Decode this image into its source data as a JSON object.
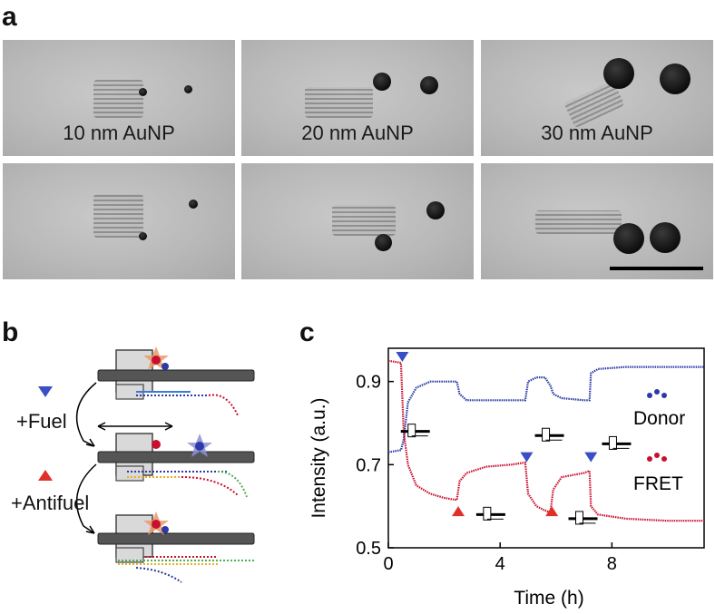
{
  "figure": {
    "panel_a": {
      "letter": "a",
      "labels": [
        "10 nm AuNP",
        "20 nm AuNP",
        "30 nm AuNP"
      ]
    },
    "panel_b": {
      "letter": "b",
      "fuel_label": "+Fuel",
      "antifuel_label": "+Antifuel",
      "colors": {
        "fuel_marker": "#3b4fc4",
        "antifuel_marker": "#e0302a"
      }
    },
    "panel_c": {
      "letter": "c"
    }
  },
  "chart_data": {
    "type": "line",
    "xlabel": "Time (h)",
    "ylabel": "Intensity (a.u.)",
    "xlim": [
      0,
      11.3
    ],
    "ylim": [
      0.5,
      0.98
    ],
    "xticks": [
      0,
      4,
      8
    ],
    "yticks": [
      0.5,
      0.7,
      0.9
    ],
    "grid": false,
    "legend": [
      "Donor",
      "FRET"
    ],
    "series": [
      {
        "name": "Donor",
        "color": "#2b3aa8",
        "x": [
          0,
          0.45,
          0.55,
          0.7,
          1.0,
          1.5,
          2.0,
          2.45,
          2.55,
          2.8,
          3.5,
          4.4,
          4.9,
          5.0,
          5.3,
          5.6,
          5.8,
          5.9,
          6.2,
          7.0,
          7.2,
          7.25,
          7.5,
          8.5,
          10.0,
          11.3
        ],
        "y": [
          0.73,
          0.735,
          0.76,
          0.85,
          0.885,
          0.9,
          0.9,
          0.9,
          0.87,
          0.855,
          0.855,
          0.855,
          0.855,
          0.9,
          0.91,
          0.91,
          0.89,
          0.87,
          0.86,
          0.855,
          0.855,
          0.92,
          0.93,
          0.935,
          0.935,
          0.935
        ]
      },
      {
        "name": "FRET",
        "color": "#c8102e",
        "x": [
          0,
          0.45,
          0.55,
          0.7,
          1.0,
          1.5,
          2.0,
          2.45,
          2.55,
          2.8,
          3.5,
          4.4,
          4.9,
          5.0,
          5.3,
          5.6,
          5.8,
          5.9,
          6.2,
          7.0,
          7.2,
          7.25,
          7.5,
          8.5,
          10.0,
          11.3
        ],
        "y": [
          0.95,
          0.945,
          0.78,
          0.7,
          0.65,
          0.63,
          0.62,
          0.615,
          0.66,
          0.68,
          0.695,
          0.7,
          0.705,
          0.63,
          0.6,
          0.59,
          0.585,
          0.64,
          0.67,
          0.68,
          0.685,
          0.6,
          0.58,
          0.57,
          0.565,
          0.565
        ]
      }
    ],
    "annotations": {
      "fuel_events_h": [
        0.5,
        4.95,
        7.25
      ],
      "antifuel_events_h": [
        2.5,
        5.85
      ]
    }
  }
}
